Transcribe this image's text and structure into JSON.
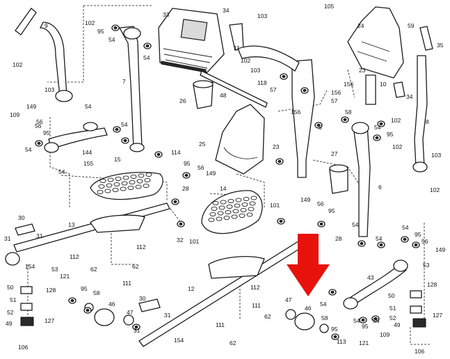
{
  "labels": [
    {
      "id": "l9",
      "text": "9"
    },
    {
      "id": "l102a",
      "text": "102"
    },
    {
      "id": "l95a",
      "text": "95"
    },
    {
      "id": "l54a",
      "text": "54"
    },
    {
      "id": "l33",
      "text": "33"
    },
    {
      "id": "l34a",
      "text": "34"
    },
    {
      "id": "l103a",
      "text": "103"
    },
    {
      "id": "l105",
      "text": "105"
    },
    {
      "id": "l24",
      "text": "24"
    },
    {
      "id": "l59",
      "text": "59"
    },
    {
      "id": "l35",
      "text": "35"
    },
    {
      "id": "l102b",
      "text": "102"
    },
    {
      "id": "l103b",
      "text": "103"
    },
    {
      "id": "l7",
      "text": "7"
    },
    {
      "id": "l54b",
      "text": "54"
    },
    {
      "id": "l11",
      "text": "11"
    },
    {
      "id": "l102c",
      "text": "102"
    },
    {
      "id": "l103c",
      "text": "103"
    },
    {
      "id": "l118",
      "text": "118"
    },
    {
      "id": "l57a",
      "text": "57"
    },
    {
      "id": "l23a",
      "text": "23"
    },
    {
      "id": "l48",
      "text": "48"
    },
    {
      "id": "l156a",
      "text": "156"
    },
    {
      "id": "l156b",
      "text": "156"
    },
    {
      "id": "l10",
      "text": "10"
    },
    {
      "id": "l34b",
      "text": "34"
    },
    {
      "id": "l149a",
      "text": "149"
    },
    {
      "id": "l56a",
      "text": "56"
    },
    {
      "id": "l54c",
      "text": "54"
    },
    {
      "id": "l26",
      "text": "26"
    },
    {
      "id": "l57b",
      "text": "57"
    },
    {
      "id": "l58a",
      "text": "58"
    },
    {
      "id": "l156c",
      "text": "156"
    },
    {
      "id": "l102d",
      "text": "102"
    },
    {
      "id": "l109a",
      "text": "109"
    },
    {
      "id": "l56b",
      "text": "56"
    },
    {
      "id": "l95b",
      "text": "95"
    },
    {
      "id": "l54d",
      "text": "54"
    },
    {
      "id": "l144",
      "text": "144"
    },
    {
      "id": "l155",
      "text": "155"
    },
    {
      "id": "l54e",
      "text": "54"
    },
    {
      "id": "l54f",
      "text": "54"
    },
    {
      "id": "l8",
      "text": "8"
    },
    {
      "id": "l25",
      "text": "25"
    },
    {
      "id": "l5",
      "text": "5"
    },
    {
      "id": "l54g",
      "text": "54"
    },
    {
      "id": "l95c",
      "text": "95"
    },
    {
      "id": "l102e",
      "text": "102"
    },
    {
      "id": "l15",
      "text": "15"
    },
    {
      "id": "l114",
      "text": "114"
    },
    {
      "id": "l95d",
      "text": "95"
    },
    {
      "id": "l56c",
      "text": "56"
    },
    {
      "id": "l149b",
      "text": "149"
    },
    {
      "id": "l23b",
      "text": "23"
    },
    {
      "id": "l27",
      "text": "27"
    },
    {
      "id": "l103d",
      "text": "103"
    },
    {
      "id": "l102f",
      "text": "102"
    },
    {
      "id": "l28a",
      "text": "28"
    },
    {
      "id": "l14",
      "text": "14"
    },
    {
      "id": "l6",
      "text": "6"
    },
    {
      "id": "l30a",
      "text": "30"
    },
    {
      "id": "l31a",
      "text": "31"
    },
    {
      "id": "l13",
      "text": "13"
    },
    {
      "id": "l31b",
      "text": "31"
    },
    {
      "id": "l101a",
      "text": "101"
    },
    {
      "id": "l149c",
      "text": "149"
    },
    {
      "id": "l56d",
      "text": "56"
    },
    {
      "id": "l95e",
      "text": "95"
    },
    {
      "id": "l54h",
      "text": "54"
    },
    {
      "id": "l112a",
      "text": "112"
    },
    {
      "id": "l32",
      "text": "32"
    },
    {
      "id": "l101b",
      "text": "101"
    },
    {
      "id": "l112b",
      "text": "112"
    },
    {
      "id": "l28b",
      "text": "28"
    },
    {
      "id": "l54i",
      "text": "54"
    },
    {
      "id": "l54j",
      "text": "54"
    },
    {
      "id": "l95f",
      "text": "95"
    },
    {
      "id": "l56e",
      "text": "56"
    },
    {
      "id": "l149d",
      "text": "149"
    },
    {
      "id": "l154a",
      "text": "154"
    },
    {
      "id": "l62a",
      "text": "62"
    },
    {
      "id": "l62b",
      "text": "62"
    },
    {
      "id": "l111a",
      "text": "111"
    },
    {
      "id": "l53a",
      "text": "53"
    },
    {
      "id": "l50a",
      "text": "50"
    },
    {
      "id": "l121a",
      "text": "121"
    },
    {
      "id": "l128a",
      "text": "128"
    },
    {
      "id": "l95g",
      "text": "95"
    },
    {
      "id": "l58b",
      "text": "58"
    },
    {
      "id": "l51a",
      "text": "51"
    },
    {
      "id": "l52a",
      "text": "52"
    },
    {
      "id": "l49a",
      "text": "49"
    },
    {
      "id": "l127a",
      "text": "127"
    },
    {
      "id": "l106a",
      "text": "106"
    },
    {
      "id": "l46a",
      "text": "46"
    },
    {
      "id": "l47a",
      "text": "47"
    },
    {
      "id": "l30b",
      "text": "30"
    },
    {
      "id": "l31c",
      "text": "31"
    },
    {
      "id": "l12",
      "text": "12"
    },
    {
      "id": "l112c",
      "text": "112"
    },
    {
      "id": "l111b",
      "text": "111"
    },
    {
      "id": "l62c",
      "text": "62"
    },
    {
      "id": "l111c",
      "text": "111"
    },
    {
      "id": "l62d",
      "text": "62"
    },
    {
      "id": "l31d",
      "text": "31"
    },
    {
      "id": "l154b",
      "text": "154"
    },
    {
      "id": "l47b",
      "text": "47"
    },
    {
      "id": "l46b",
      "text": "46"
    },
    {
      "id": "l54k",
      "text": "54"
    },
    {
      "id": "l43",
      "text": "43"
    },
    {
      "id": "l53b",
      "text": "53"
    },
    {
      "id": "l128b",
      "text": "128"
    },
    {
      "id": "l50b",
      "text": "50"
    },
    {
      "id": "l51b",
      "text": "51"
    },
    {
      "id": "l52b",
      "text": "52"
    },
    {
      "id": "l49b",
      "text": "49"
    },
    {
      "id": "l127b",
      "text": "127"
    },
    {
      "id": "l58c",
      "text": "58"
    },
    {
      "id": "l95h",
      "text": "95"
    },
    {
      "id": "l113",
      "text": "113"
    },
    {
      "id": "l121b",
      "text": "121"
    },
    {
      "id": "l109b",
      "text": "109"
    },
    {
      "id": "l54l",
      "text": "54"
    },
    {
      "id": "l95i",
      "text": "95"
    },
    {
      "id": "l56f",
      "text": "56"
    },
    {
      "id": "l106b",
      "text": "106"
    }
  ],
  "highlight": {
    "arrow_color": "#e8120c"
  }
}
